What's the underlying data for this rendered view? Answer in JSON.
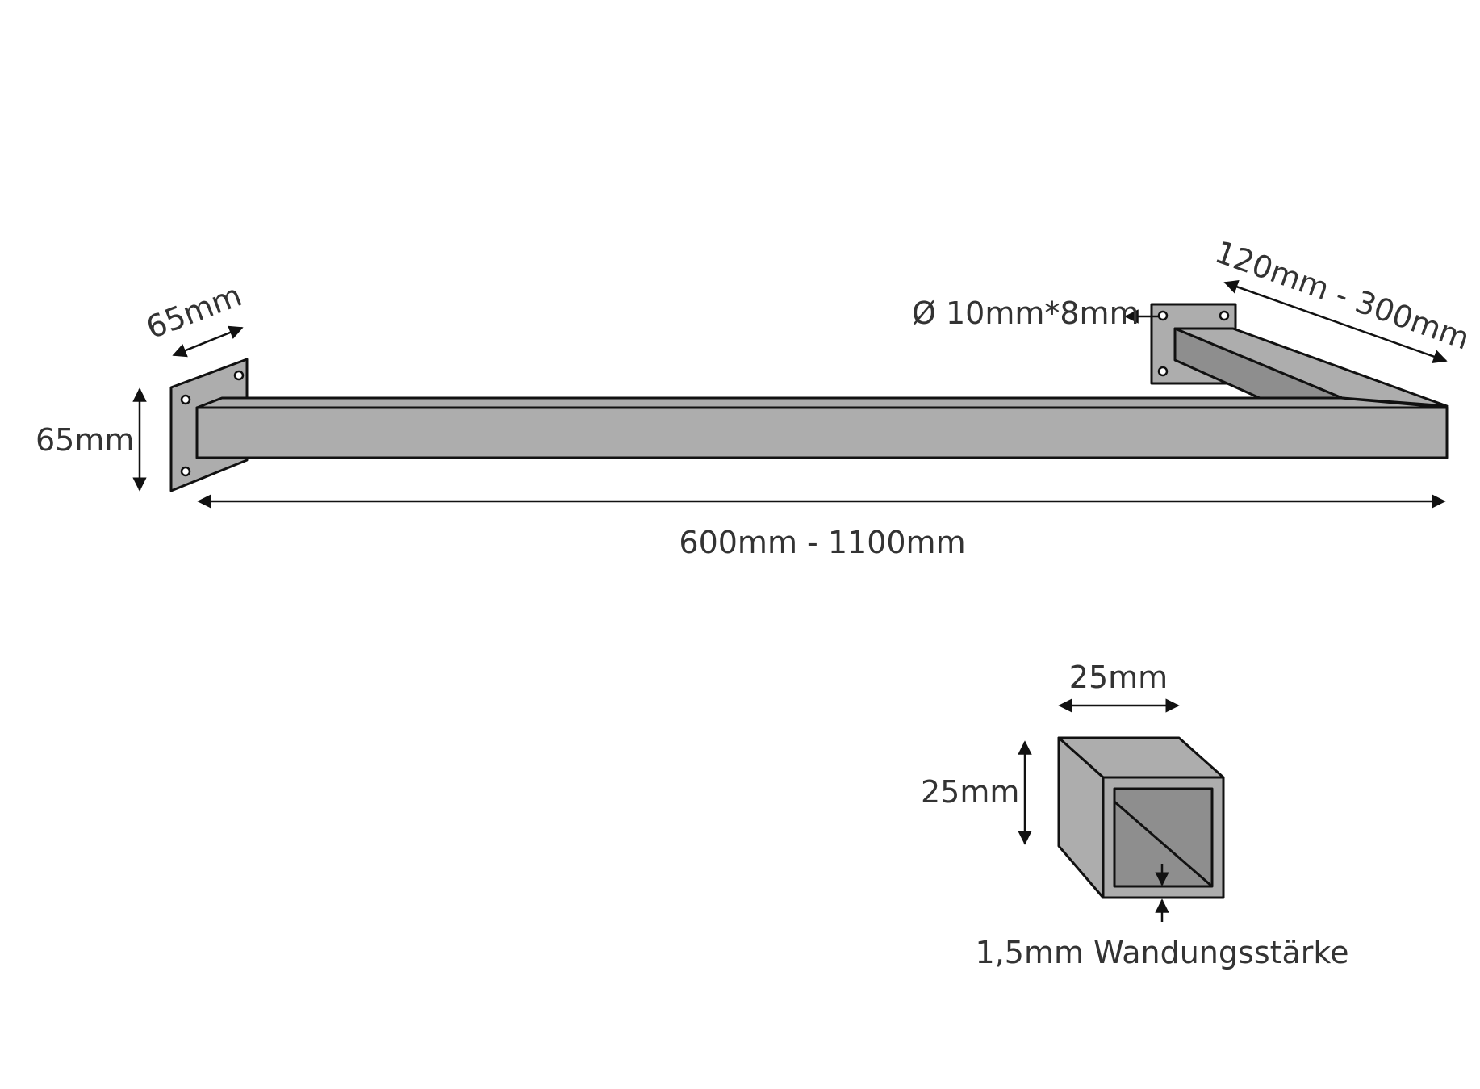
{
  "colors": {
    "steel_light": "#adadad",
    "steel_dark": "#8e8e8e",
    "outline": "#111111",
    "label_text": "#333333"
  },
  "labels": {
    "plate_width": "65mm",
    "plate_height": "65mm",
    "bar_length": "600mm - 1100mm",
    "hole_diameter": "Ø 10mm*8mm",
    "wall_distance": "120mm - 300mm",
    "tube_width": "25mm",
    "tube_height": "25mm",
    "wall_thickness": "1,5mm Wandungsstärke"
  }
}
